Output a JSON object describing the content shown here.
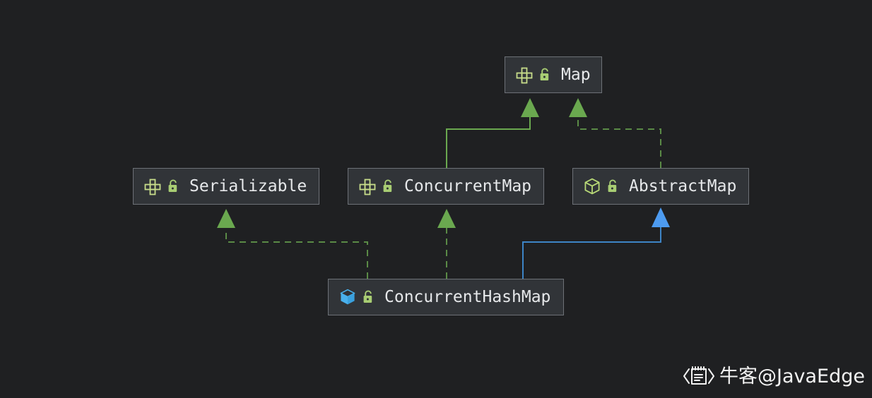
{
  "diagram": {
    "type": "uml-class-hierarchy",
    "background_color": "#1f2022",
    "node_fill_color": "#313438",
    "node_border_color": "#6d7177",
    "label_color": "#e6e8ea",
    "interface_color": "#c7dc8a",
    "abstract_class_color": "#b8d977",
    "class_color": "#49b0ec",
    "implements_edge_color": "#5a8a46",
    "extends_interface_edge_color": "#6aa84f",
    "extends_class_edge_color": "#3d84c6",
    "nodes": [
      {
        "id": "map",
        "label": "Map",
        "kind": "interface",
        "kind_icon": "interface-icon",
        "visibility": "public",
        "lock_icon": "unlocked-icon"
      },
      {
        "id": "serializable",
        "label": "Serializable",
        "kind": "interface",
        "kind_icon": "interface-icon",
        "visibility": "public",
        "lock_icon": "unlocked-icon"
      },
      {
        "id": "concurrentmap",
        "label": "ConcurrentMap",
        "kind": "interface",
        "kind_icon": "interface-icon",
        "visibility": "public",
        "lock_icon": "unlocked-icon"
      },
      {
        "id": "abstractmap",
        "label": "AbstractMap",
        "kind": "abstract-class",
        "kind_icon": "abstract-class-icon",
        "visibility": "public",
        "lock_icon": "unlocked-icon"
      },
      {
        "id": "chm",
        "label": "ConcurrentHashMap",
        "kind": "class",
        "kind_icon": "class-icon",
        "visibility": "public",
        "lock_icon": "unlocked-icon"
      }
    ],
    "edges": [
      {
        "from": "concurrentmap",
        "to": "map",
        "relation": "extends",
        "style": "solid",
        "color": "#6aa84f"
      },
      {
        "from": "abstractmap",
        "to": "map",
        "relation": "implements",
        "style": "dashed",
        "color": "#5a8a46"
      },
      {
        "from": "chm",
        "to": "serializable",
        "relation": "implements",
        "style": "dashed",
        "color": "#5a8a46"
      },
      {
        "from": "chm",
        "to": "concurrentmap",
        "relation": "implements",
        "style": "dashed",
        "color": "#5a8a46"
      },
      {
        "from": "chm",
        "to": "abstractmap",
        "relation": "extends",
        "style": "solid",
        "color": "#3d84c6"
      }
    ]
  },
  "watermark": {
    "text": "牛客@JavaEdge",
    "logo_icon": "notepad-brackets-icon"
  }
}
